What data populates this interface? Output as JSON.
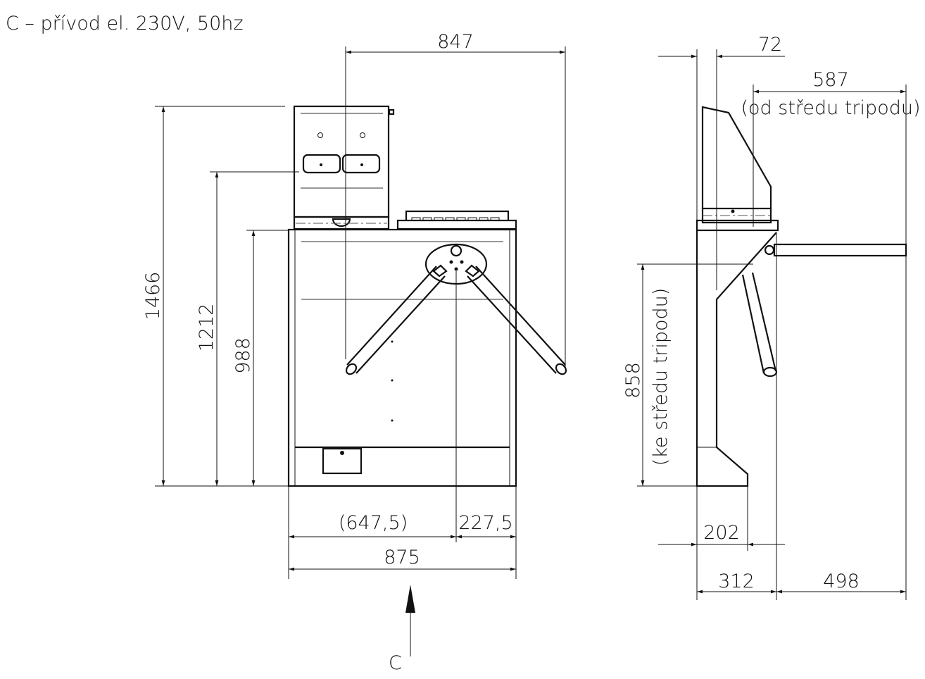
{
  "title_note": "C – přívod el. 230V, 50hz",
  "front_view": {
    "dim_width_top": "847",
    "dim_height_total": "1466",
    "dim_height_panel": "1212",
    "dim_height_body": "988",
    "dim_left_part": "(647,5)",
    "dim_right_part": "227,5",
    "dim_width_total": "875",
    "cable_entry_label": "C"
  },
  "side_view": {
    "dim_offset": "72",
    "dim_arm_reach": "587",
    "dim_arm_reach_note": "(od středu tripodu)",
    "dim_tripod_height": "858",
    "dim_tripod_height_note": "(ke středu tripodu)",
    "dim_base_depth": "202",
    "dim_body_depth": "312",
    "dim_arm_length": "498"
  }
}
